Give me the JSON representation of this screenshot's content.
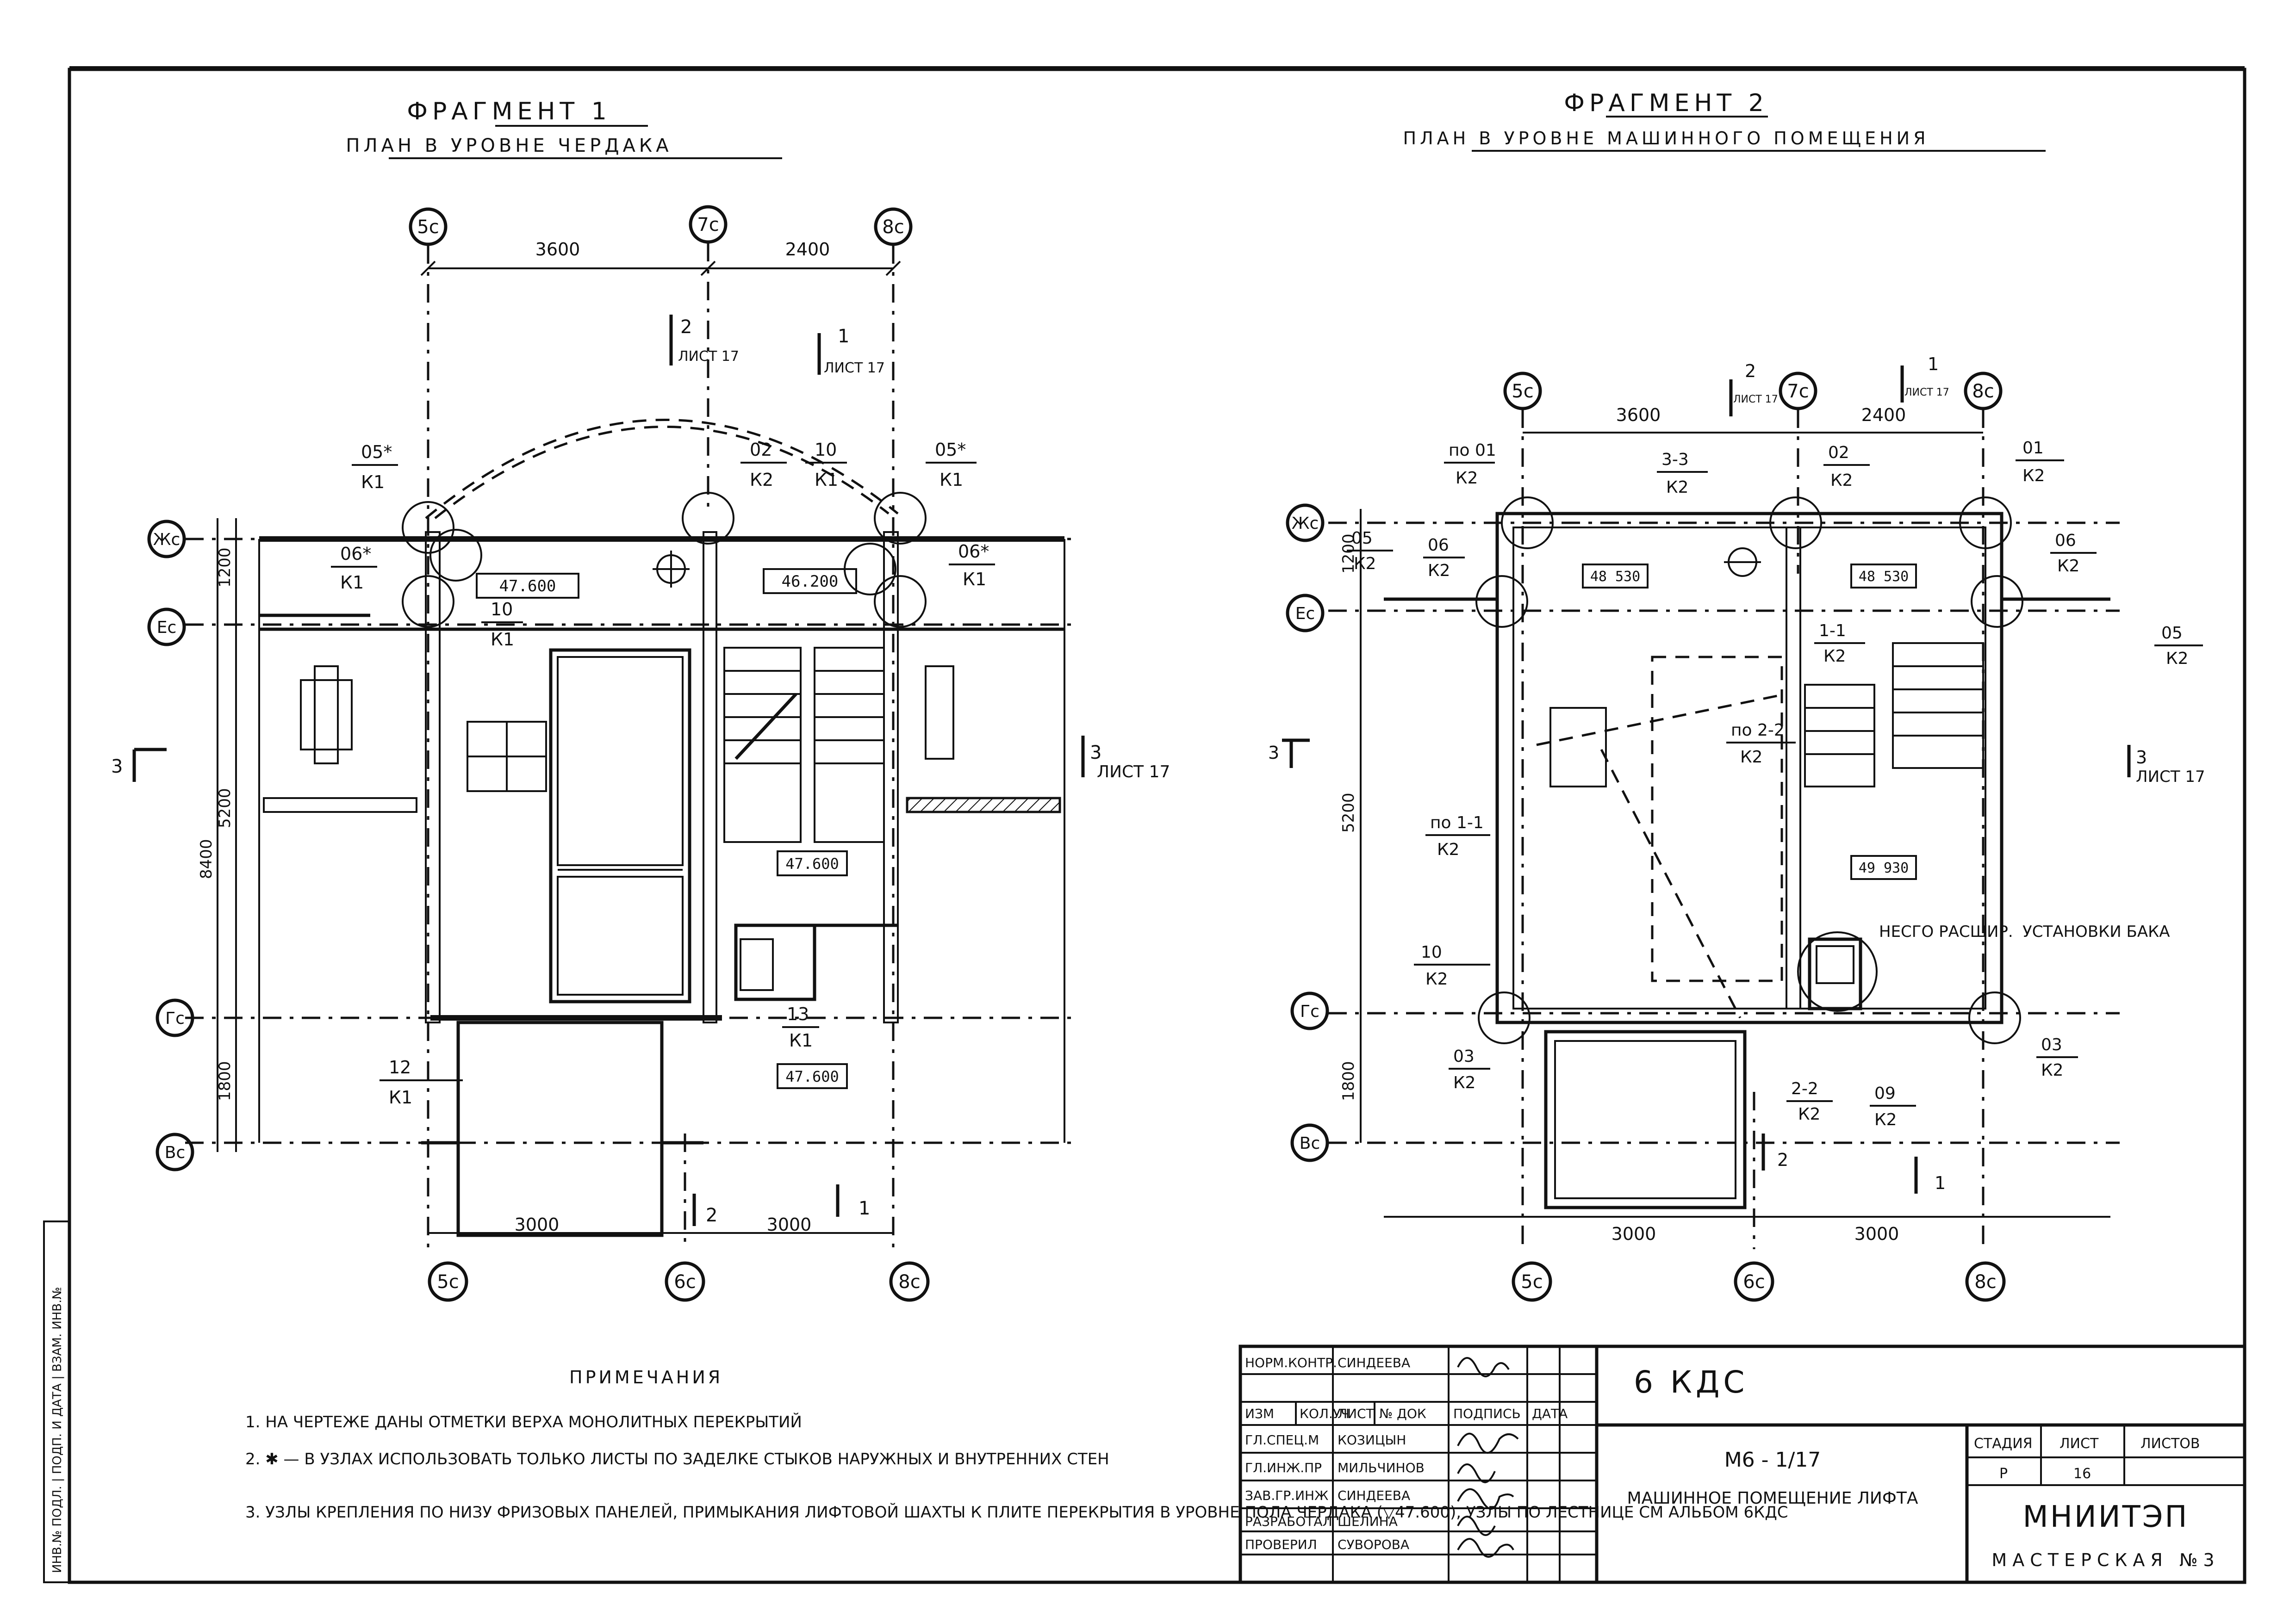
{
  "fragment1": {
    "title": "ФРАГМЕНТ 1",
    "subtitle": "ПЛАН В УРОВНЕ ЧЕРДАКА",
    "axes_top": [
      "5с",
      "7с",
      "8с"
    ],
    "axes_bottom": [
      "5с",
      "6с",
      "8с"
    ],
    "axes_left": [
      "Жс",
      "Ес",
      "Гс",
      "Вс"
    ],
    "dims_top": [
      "3600",
      "2400"
    ],
    "dims_bottom": [
      "3000",
      "3000"
    ],
    "dims_left": [
      "1200",
      "5200",
      "1800",
      "8400"
    ],
    "elevations": [
      "47.600",
      "46.200",
      "47.600",
      "47.600"
    ],
    "callouts": [
      {
        "num": "05*",
        "sheet": "К1"
      },
      {
        "num": "02",
        "sheet": "К2"
      },
      {
        "num": "10",
        "sheet": "К1"
      },
      {
        "num": "05*",
        "sheet": "К1"
      },
      {
        "num": "06*",
        "sheet": "К1"
      },
      {
        "num": "10",
        "sheet": "К1"
      },
      {
        "num": "06*",
        "sheet": "К1"
      },
      {
        "num": "13",
        "sheet": "К1"
      },
      {
        "num": "12",
        "sheet": "К1"
      }
    ],
    "section_marks": [
      {
        "num": "2",
        "sheet": "ЛИСТ 17"
      },
      {
        "num": "1",
        "sheet": "ЛИСТ 17"
      },
      {
        "num": "3",
        "sheet": "ЛИСТ 17"
      },
      {
        "num": "3",
        "sheet": ""
      },
      {
        "num": "2",
        "sheet": ""
      },
      {
        "num": "1",
        "sheet": ""
      }
    ]
  },
  "fragment2": {
    "title": "ФРАГМЕНТ 2",
    "subtitle": "ПЛАН В УРОВНЕ МАШИННОГО ПОМЕЩЕНИЯ",
    "axes_top": [
      "5с",
      "7с",
      "8с"
    ],
    "axes_bottom": [
      "5с",
      "6с",
      "8с"
    ],
    "axes_left": [
      "Жс",
      "Ес",
      "Гс",
      "Вс"
    ],
    "dims_top": [
      "3600",
      "2400"
    ],
    "dims_bottom": [
      "3000",
      "3000"
    ],
    "dims_left": [
      "1200",
      "5200",
      "1800"
    ],
    "elevations": [
      "48 530",
      "48 530",
      "49 930"
    ],
    "callouts": [
      {
        "num": "по 01",
        "sheet": "К2"
      },
      {
        "num": "3-3",
        "sheet": "К2"
      },
      {
        "num": "02",
        "sheet": "К2"
      },
      {
        "num": "01",
        "sheet": "К2"
      },
      {
        "num": "05",
        "sheet": "К2"
      },
      {
        "num": "06",
        "sheet": "К2"
      },
      {
        "num": "06",
        "sheet": "К2"
      },
      {
        "num": "05",
        "sheet": "К2"
      },
      {
        "num": "1-1",
        "sheet": "К2"
      },
      {
        "num": "по 2-2",
        "sheet": "К2"
      },
      {
        "num": "по 1-1",
        "sheet": "К2"
      },
      {
        "num": "10",
        "sheet": "К2"
      },
      {
        "num": "03",
        "sheet": "К2"
      },
      {
        "num": "2-2",
        "sheet": "К2"
      },
      {
        "num": "09",
        "sheet": "К2"
      },
      {
        "num": "03",
        "sheet": "К2"
      }
    ],
    "section_marks": [
      {
        "num": "2",
        "sheet": "ЛИСТ 17"
      },
      {
        "num": "1",
        "sheet": "ЛИСТ 17"
      },
      {
        "num": "3",
        "sheet": "ЛИСТ 17"
      },
      {
        "num": "3",
        "sheet": ""
      },
      {
        "num": "2",
        "sheet": ""
      },
      {
        "num": "1",
        "sheet": ""
      }
    ],
    "notes": [
      "НЕСГО РАСШИР.",
      "УСТАНОВКИ БАКА"
    ]
  },
  "notes": {
    "title": "ПРИМЕЧАНИЯ",
    "items": [
      "1. НА ЧЕРТЕЖЕ ДАНЫ ОТМЕТКИ ВЕРХА МОНОЛИТНЫХ ПЕРЕКРЫТИЙ",
      "2. ✱ — В УЗЛАХ ИСПОЛЬЗОВАТЬ ТОЛЬКО ЛИСТЫ ПО ЗАДЕЛКЕ СТЫКОВ НАРУЖНЫХ И ВНУТРЕННИХ СТЕН",
      "3. УЗЛЫ КРЕПЛЕНИЯ ПО НИЗУ ФРИЗОВЫХ ПАНЕЛЕЙ, ПРИМЫКАНИЯ ЛИФТОВОЙ ШАХТЫ К ПЛИТЕ ПЕРЕКРЫТИЯ В УРОВНЕ ПОЛА ЧЕРДАКА (▽47.600), УЗЛЫ ПО ЛЕСТНИЦЕ СМ АЛЬБОМ 6КДС"
    ]
  },
  "margin_stamp": "ИНВ.№ ПОДЛ. | ПОДП. И ДАТА | ВЗАМ. ИНВ.№",
  "title_block": {
    "code": "6 КДС",
    "sheet_code": "М6 - 1/17",
    "sheet_title": "МАШИННОЕ ПОМЕЩЕНИЕ ЛИФТА",
    "org": "МНИИТЭП",
    "dept": "МАСТЕРСКАЯ №3",
    "head_labels": [
      "СТАДИЯ",
      "ЛИСТ",
      "ЛИСТОВ"
    ],
    "head_values": [
      "Р",
      "16",
      ""
    ],
    "col_headers": [
      "ИЗМ",
      "КОЛ.УЧ",
      "ЛИСТ",
      "№ ДОК",
      "ПОДПИСЬ",
      "ДАТА"
    ],
    "rows": [
      {
        "role": "НОРМ.КОНТР.",
        "name": "СИНДЕЕВА"
      },
      {
        "role": "ГЛ.СПЕЦ.М",
        "name": "КОЗИЦЫН"
      },
      {
        "role": "ГЛ.ИНЖ.ПР",
        "name": "МИЛЬЧИНОВ"
      },
      {
        "role": "ЗАВ.ГР.ИНЖ",
        "name": "СИНДЕЕВА"
      },
      {
        "role": "РАЗРАБОТАЛ",
        "name": "ШЕЛИНА"
      },
      {
        "role": "ПРОВЕРИЛ",
        "name": "СУВОРОВА"
      }
    ]
  }
}
